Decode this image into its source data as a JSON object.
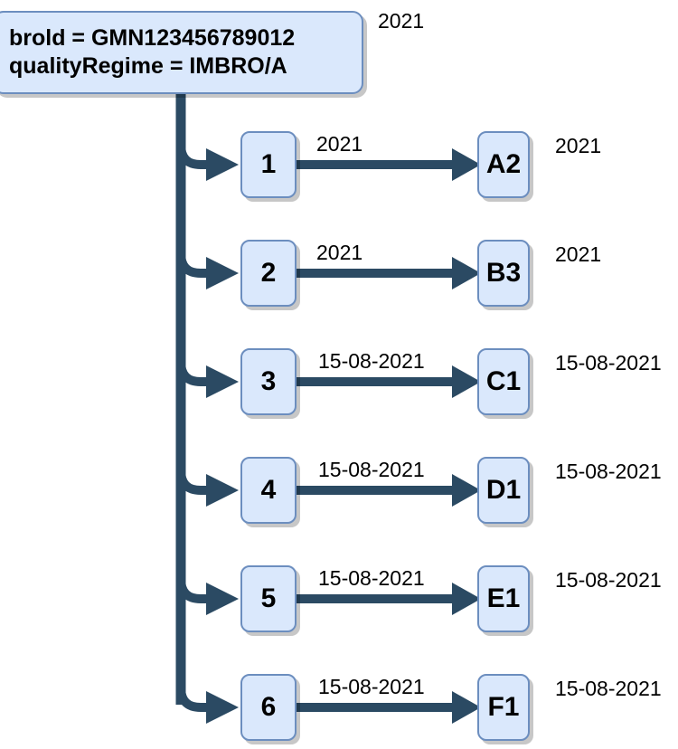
{
  "diagram": {
    "title_text": "brold = GMN123456789012\nqualityRegime = IMBRO/A",
    "root_label_line1": "brold = GMN123456789012",
    "root_label_line2": "qualityRegime = IMBRO/A",
    "root_date": "2021",
    "colors": {
      "node_fill": "#dae8fc",
      "node_border": "#6c8ebf",
      "connector": "#2b4a63",
      "text": "#000000",
      "background": "#ffffff",
      "shadow": "#c8c8c8"
    },
    "rows": [
      {
        "source": "1",
        "edge_label": "2021",
        "target": "A2",
        "right_label": "2021"
      },
      {
        "source": "2",
        "edge_label": "2021",
        "target": "B3",
        "right_label": "2021"
      },
      {
        "source": "3",
        "edge_label": "15-08-2021",
        "target": "C1",
        "right_label": "15-08-2021"
      },
      {
        "source": "4",
        "edge_label": "15-08-2021",
        "target": "D1",
        "right_label": "15-08-2021"
      },
      {
        "source": "5",
        "edge_label": "15-08-2021",
        "target": "E1",
        "right_label": "15-08-2021"
      },
      {
        "source": "6",
        "edge_label": "15-08-2021",
        "target": "F1",
        "right_label": "15-08-2021"
      }
    ]
  }
}
